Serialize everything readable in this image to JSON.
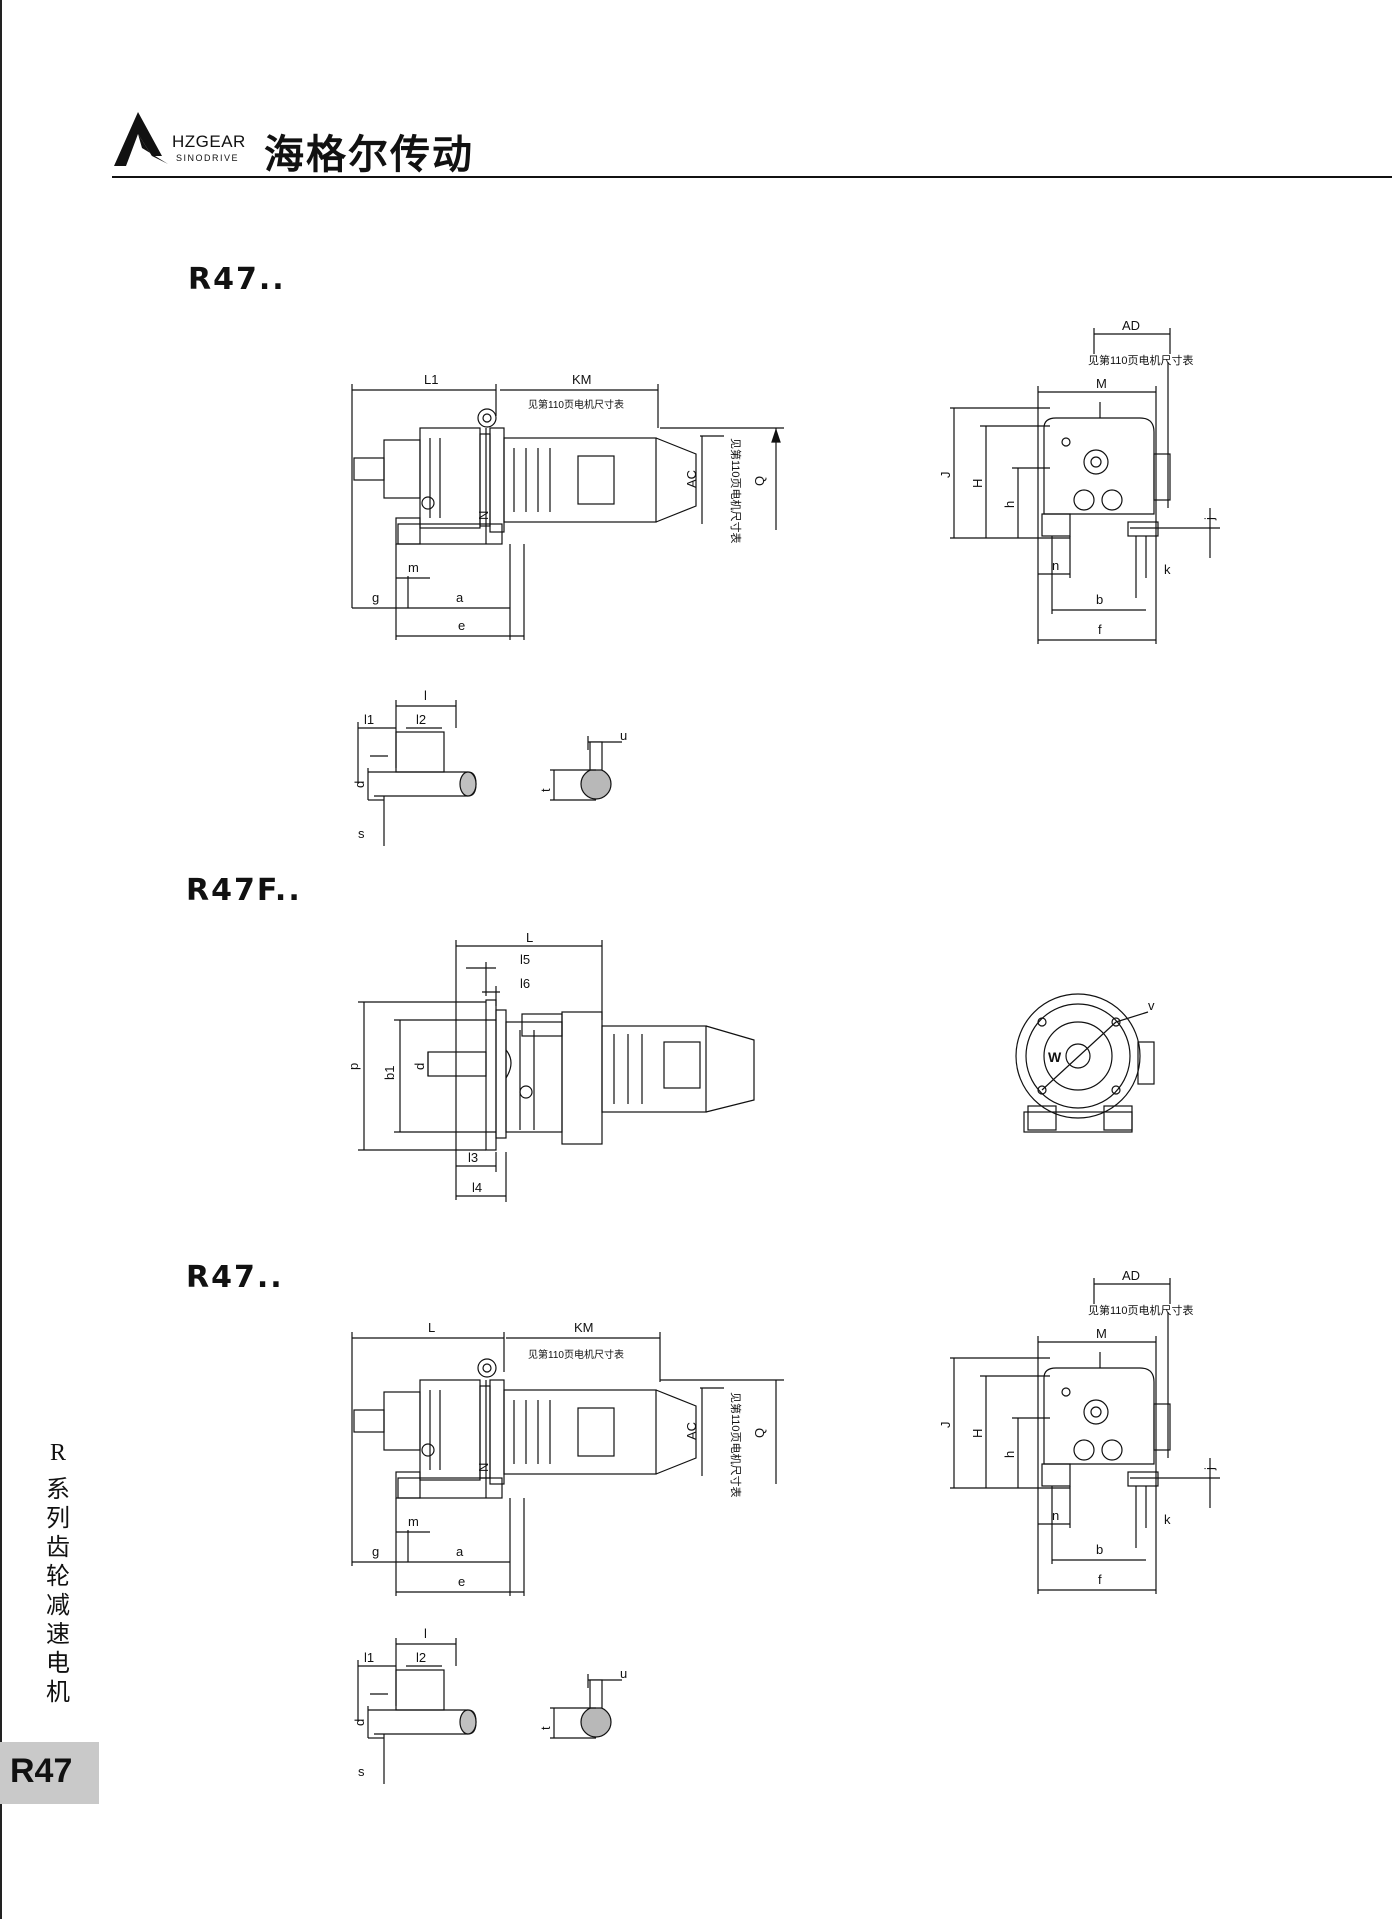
{
  "header": {
    "brand_en": "HZGEAR",
    "brand_sub": "SINODRIVE",
    "brand_cn": "海格尔传动"
  },
  "sections": [
    {
      "title": "R47.."
    },
    {
      "title": "R47F.."
    },
    {
      "title": "R47.."
    }
  ],
  "drawings": {
    "foot_side": {
      "L1": "L1",
      "KM": "KM",
      "note": "见第110页电机尺寸表",
      "AC": "AC",
      "Q": "Q",
      "N": "N",
      "m": "m",
      "g": "g",
      "a": "a",
      "e": "e"
    },
    "foot_end": {
      "AD": "AD",
      "note": "见第110页电机尺寸表",
      "M": "M",
      "J": "J",
      "H": "H",
      "h": "h",
      "n": "n",
      "k": "k",
      "j": "j",
      "b": "b",
      "f": "f"
    },
    "shaft": {
      "l": "l",
      "l1": "l1",
      "l2": "l2",
      "d": "d",
      "s": "s",
      "u": "u",
      "t": "t"
    },
    "flange_side": {
      "L": "L",
      "l5": "l5",
      "l6": "l6",
      "p": "p",
      "b1": "b1",
      "d": "d",
      "l3": "l3",
      "l4": "l4"
    },
    "flange_end": {
      "v": "v",
      "W": "W"
    },
    "foot_side_2": {
      "L": "L"
    }
  },
  "sidebar": {
    "letter": "R",
    "chars": [
      "系",
      "列",
      "齿",
      "轮",
      "减",
      "速",
      "电",
      "机"
    ]
  },
  "page_tab": "R47"
}
